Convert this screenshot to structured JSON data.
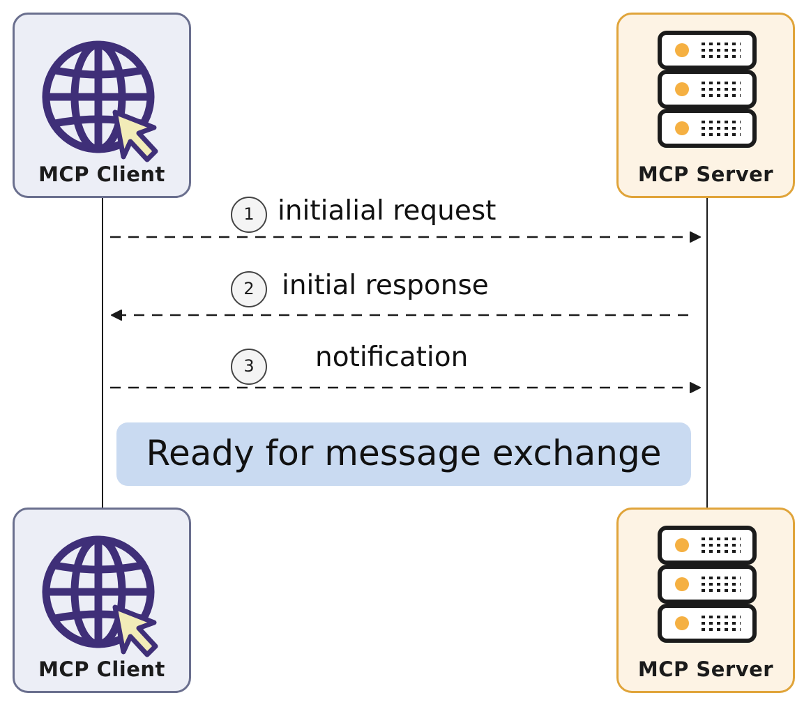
{
  "participants": {
    "client": {
      "label": "MCP Client",
      "icon": "globe-cursor-icon",
      "border_color": "#6a6f8e",
      "fill_color": "#eceef6",
      "icon_color": "#3f2f78",
      "cursor_color": "#f2ecb8"
    },
    "server": {
      "label": "MCP Server",
      "icon": "server-rack-icon",
      "border_color": "#e0a43a",
      "fill_color": "#fdf3e4",
      "led_color": "#f5b042"
    }
  },
  "messages": [
    {
      "number": "1",
      "label": "initialial request",
      "direction": "client-to-server"
    },
    {
      "number": "2",
      "label": "initial response",
      "direction": "server-to-client"
    },
    {
      "number": "3",
      "label": "notification",
      "direction": "client-to-server"
    }
  ],
  "banner": {
    "text": "Ready for message exchange",
    "color": "#c9daf1"
  }
}
